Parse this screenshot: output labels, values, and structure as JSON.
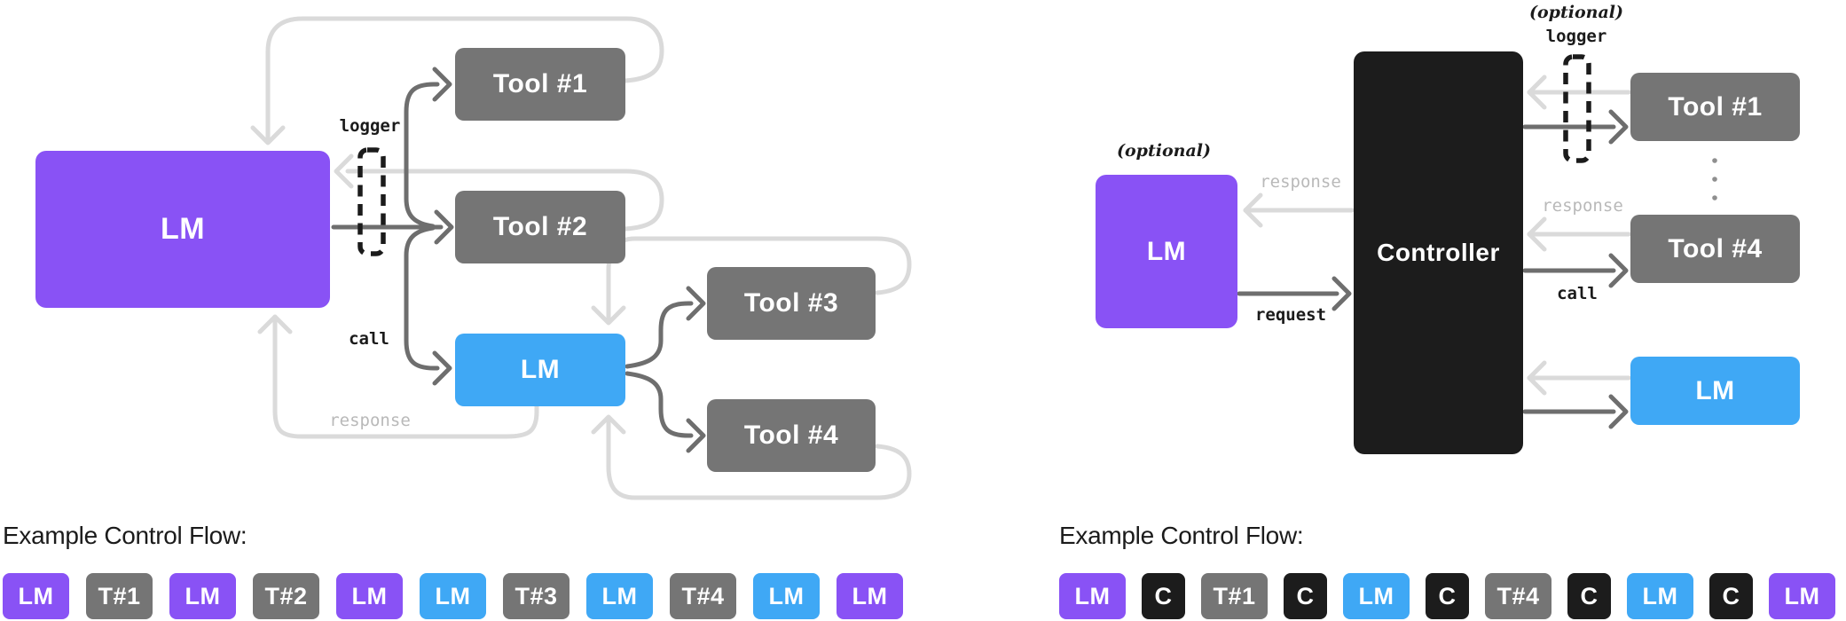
{
  "colors": {
    "purple": "#8952F5",
    "blue": "#3FA8F5",
    "gray": "#757575",
    "black": "#1C1C1C",
    "arrow_light": "#DADADA",
    "arrow_dark": "#6E6E6E",
    "label_muted": "#B9B9B9",
    "text": "#1b1b1b"
  },
  "left_diagram": {
    "lm_main_label": "LM",
    "tool1_label": "Tool #1",
    "tool2_label": "Tool #2",
    "lm_sub_label": "LM",
    "tool3_label": "Tool #3",
    "tool4_label": "Tool #4",
    "logger_label": "logger",
    "call_label": "call",
    "response_label": "response"
  },
  "right_diagram": {
    "optional_logger_label": "(optional)",
    "logger_label": "logger",
    "optional_lm_label": "(optional)",
    "lm_main_label": "LM",
    "controller_label": "Controller",
    "tool1_label": "Tool #1",
    "tool4_label": "Tool #4",
    "lm_sub_label": "LM",
    "response_lm_label": "response",
    "request_label": "request",
    "response_tool_label": "response",
    "call_label": "call"
  },
  "left_flow": {
    "title": "Example Control Flow:",
    "badges": [
      {
        "label": "LM",
        "color": "#8952F5"
      },
      {
        "label": "T#1",
        "color": "#757575"
      },
      {
        "label": "LM",
        "color": "#8952F5"
      },
      {
        "label": "T#2",
        "color": "#757575"
      },
      {
        "label": "LM",
        "color": "#8952F5"
      },
      {
        "label": "LM",
        "color": "#3FA8F5"
      },
      {
        "label": "T#3",
        "color": "#757575"
      },
      {
        "label": "LM",
        "color": "#3FA8F5"
      },
      {
        "label": "T#4",
        "color": "#757575"
      },
      {
        "label": "LM",
        "color": "#3FA8F5"
      },
      {
        "label": "LM",
        "color": "#8952F5"
      }
    ]
  },
  "right_flow": {
    "title": "Example Control Flow:",
    "badges": [
      {
        "label": "LM",
        "color": "#8952F5"
      },
      {
        "label": "C",
        "color": "#1C1C1C"
      },
      {
        "label": "T#1",
        "color": "#757575"
      },
      {
        "label": "C",
        "color": "#1C1C1C"
      },
      {
        "label": "LM",
        "color": "#3FA8F5"
      },
      {
        "label": "C",
        "color": "#1C1C1C"
      },
      {
        "label": "T#4",
        "color": "#757575"
      },
      {
        "label": "C",
        "color": "#1C1C1C"
      },
      {
        "label": "LM",
        "color": "#3FA8F5"
      },
      {
        "label": "C",
        "color": "#1C1C1C"
      },
      {
        "label": "LM",
        "color": "#8952F5"
      }
    ]
  }
}
